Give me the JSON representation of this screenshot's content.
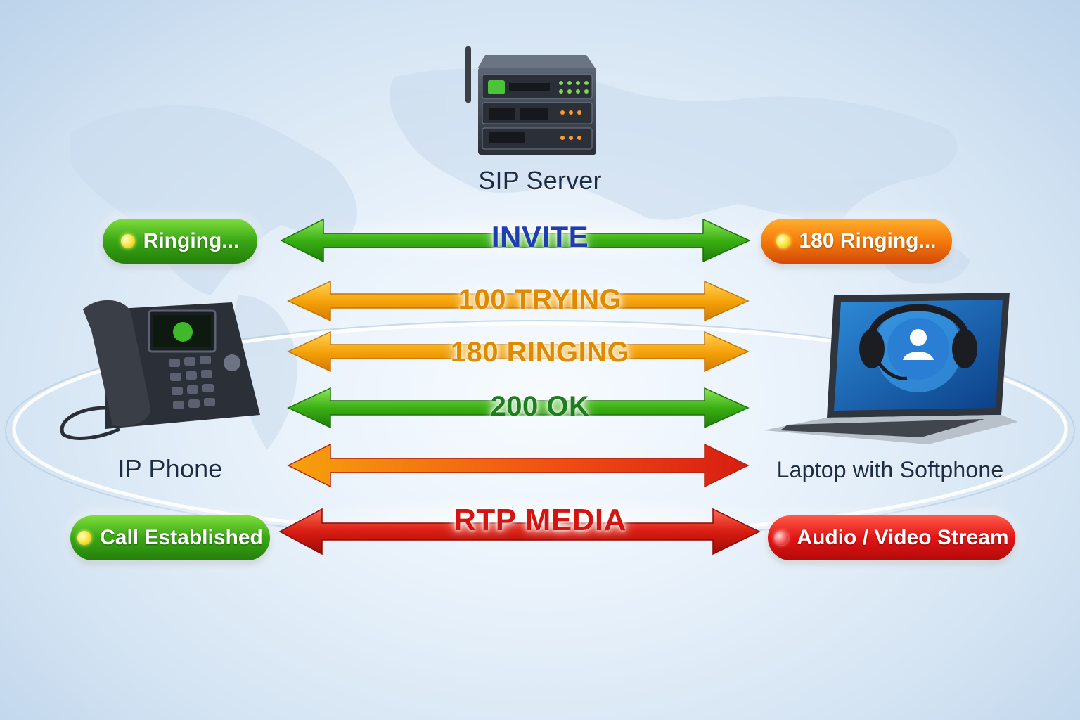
{
  "nodes": {
    "server": "SIP Server",
    "phone": "IP Phone",
    "laptop": "Laptop with Softphone"
  },
  "status": {
    "left_top": "Ringing...",
    "right_top": "180 Ringing...",
    "left_bottom": "Call Established",
    "right_bottom": "Audio / Video Stream"
  },
  "messages": {
    "invite": "INVITE",
    "trying": "100 TRYING",
    "ringing": "180 RINGING",
    "ok": "200 OK",
    "media": "RTP MEDIA"
  },
  "colors": {
    "invite_text": "#1f3fb0",
    "trying_text": "#e08a00",
    "ringing_text": "#e08a00",
    "ok_text": "#1e7d1e",
    "media_text": "#d4140f",
    "green_arrow": "#3ab014",
    "orange_arrow": "#f5a30a",
    "red_arrow": "#d81c12"
  }
}
